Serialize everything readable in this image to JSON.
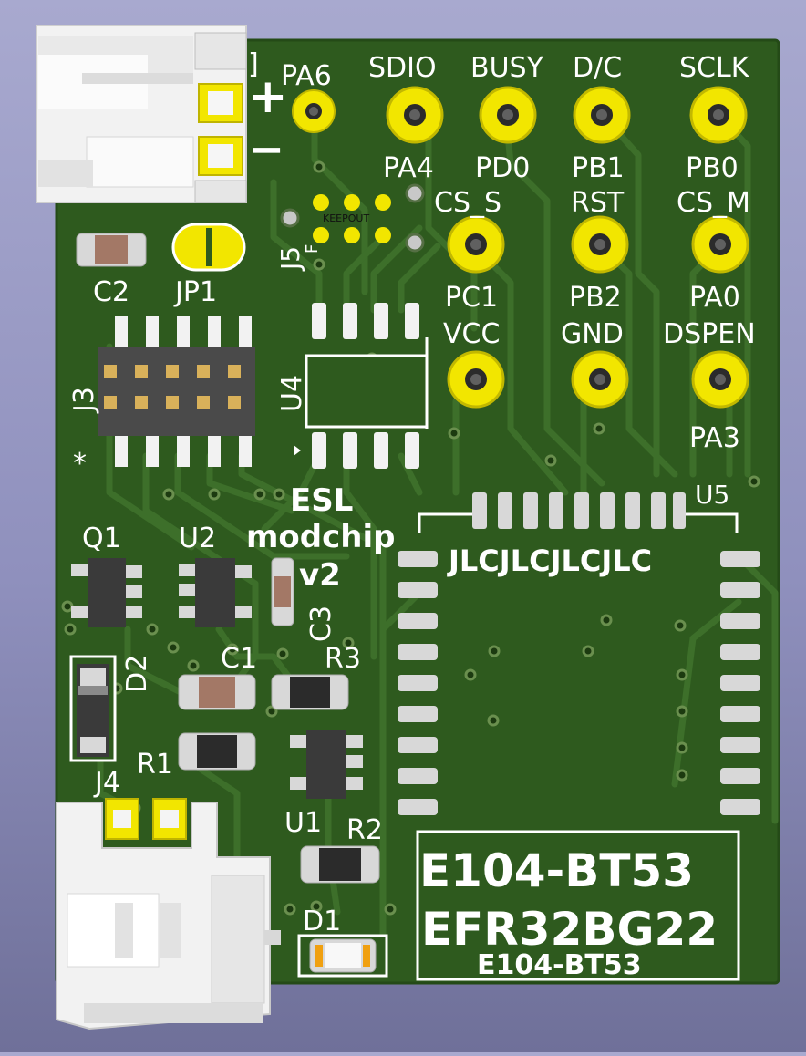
{
  "board": {
    "colors": {
      "background": "#9a9bc7",
      "pcb": "#2e5a1e",
      "trace": "#3d6f2a",
      "silk": "#ffffff",
      "pad_gold": "#f2e600",
      "smd_pad": "#d8d8d8",
      "ic_body": "#3a3a3a",
      "connector": "#f2f2f2",
      "led_amber": "#f0a010"
    },
    "top_pads": [
      {
        "top": "PA6",
        "bottom": ""
      },
      {
        "top": "SDIO",
        "bottom": "PA4"
      },
      {
        "top": "BUSY",
        "bottom": "PD0"
      },
      {
        "top": "D/C",
        "bottom": "PB1"
      },
      {
        "top": "SCLK",
        "bottom": "PB0"
      }
    ],
    "mid_pads": [
      {
        "top": "CS_S",
        "bottom": "PC1"
      },
      {
        "top": "RST",
        "bottom": "PB2"
      },
      {
        "top": "CS_M",
        "bottom": "PA0"
      }
    ],
    "low_pads": [
      {
        "top": "VCC",
        "bottom": ""
      },
      {
        "top": "GND",
        "bottom": ""
      },
      {
        "top": "DSPEN",
        "bottom": "PA3"
      }
    ],
    "power": {
      "plus": "+",
      "minus": "−"
    },
    "refs": {
      "c1": "C1",
      "c2": "C2",
      "c3": "C3",
      "r1": "R1",
      "r2": "R2",
      "r3": "R3",
      "d1": "D1",
      "d2": "D2",
      "q1": "Q1",
      "u1": "U1",
      "u2": "U2",
      "u4": "U4",
      "u5": "U5",
      "j3": "J3",
      "j4": "J4",
      "j5": "J5",
      "jp1": "JP1"
    },
    "keepout": "KEEPOUT",
    "pin1_marker": "*",
    "title_line1": "ESL",
    "title_line2": "modchip",
    "title_line3": "v2",
    "jlc_marker": "JLCJLCJLCJLC",
    "module": {
      "line1": "E104-BT53",
      "line2": "EFR32BG22",
      "line3": "E104-BT53"
    }
  }
}
